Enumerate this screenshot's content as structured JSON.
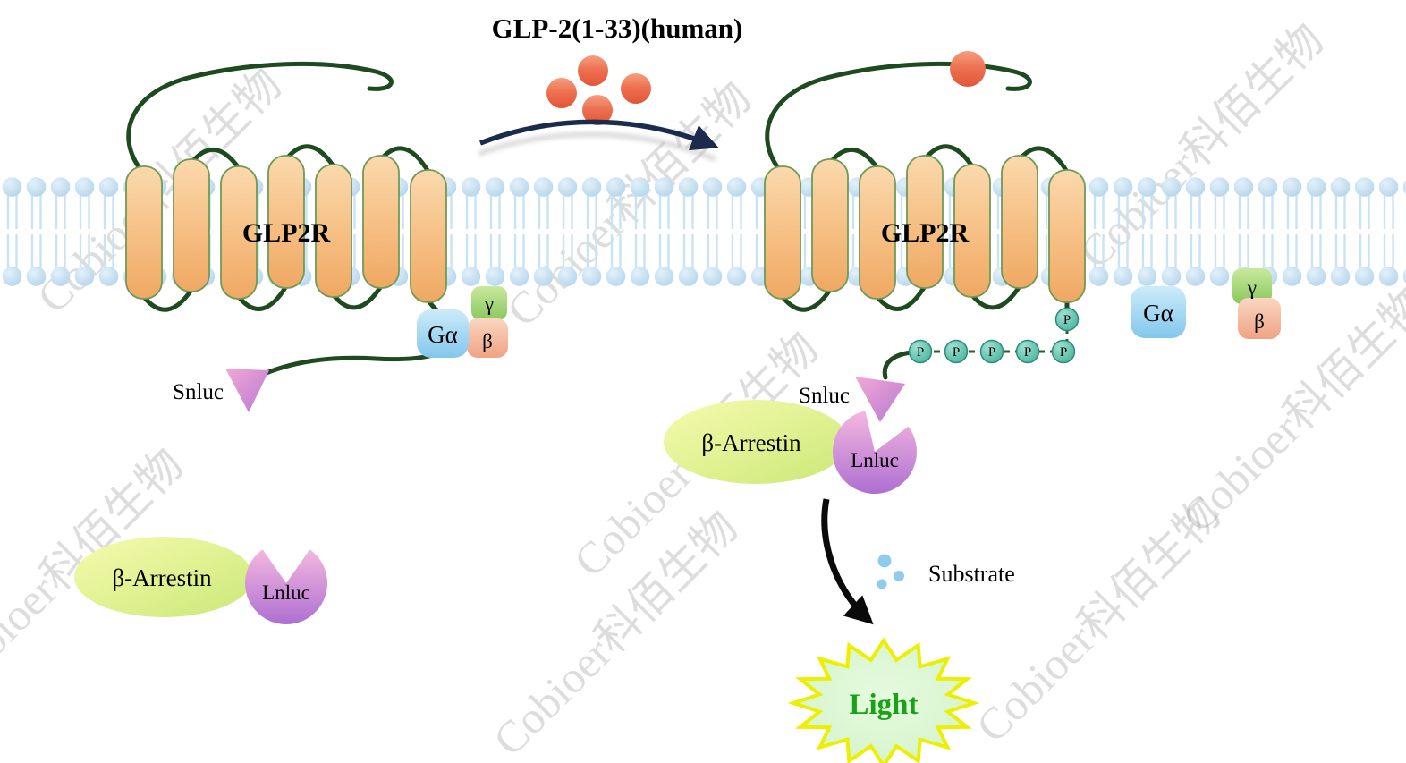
{
  "title": "GLP-2(1-33)(human)",
  "watermark": "Cobioer科佰生物",
  "left": {
    "receptor": "GLP2R",
    "g_alpha": "Gα",
    "g_beta": "β",
    "g_gamma": "γ",
    "snluc": "Snluc",
    "arrestin": "β-Arrestin",
    "lnluc": "Lnluc"
  },
  "right": {
    "receptor": "GLP2R",
    "g_alpha": "Gα",
    "g_beta": "β",
    "g_gamma": "γ",
    "snluc": "Snluc",
    "arrestin": "β-Arrestin",
    "lnluc": "Lnluc",
    "substrate": "Substrate",
    "light": "Light"
  },
  "phosphates": [
    "P",
    "P",
    "P",
    "P",
    "P",
    "P"
  ],
  "colors": {
    "helix": "#F6BE82",
    "helix_stroke": "#6E9B55",
    "loop": "#1E4A20",
    "membrane_head": "#BFDCF0",
    "membrane_tail": "#C9E2F4",
    "ligand": "#E8603F",
    "g_alpha": "#9BD2EF",
    "g_gamma": "#9FD46C",
    "g_beta": "#F2B49A",
    "snluc": "#DD8ECC",
    "lnluc": "#C183D6",
    "arrestin": "#DDEE88",
    "phosphate": "#4FBFA8",
    "light_fill": "#DFF7D8",
    "light_stroke": "#ECF000",
    "light_text": "#17A317",
    "activation_arrow": "#1B2B4C",
    "signal_arrow": "#0A0A0A",
    "substrate_dot": "#8FCBEE"
  }
}
